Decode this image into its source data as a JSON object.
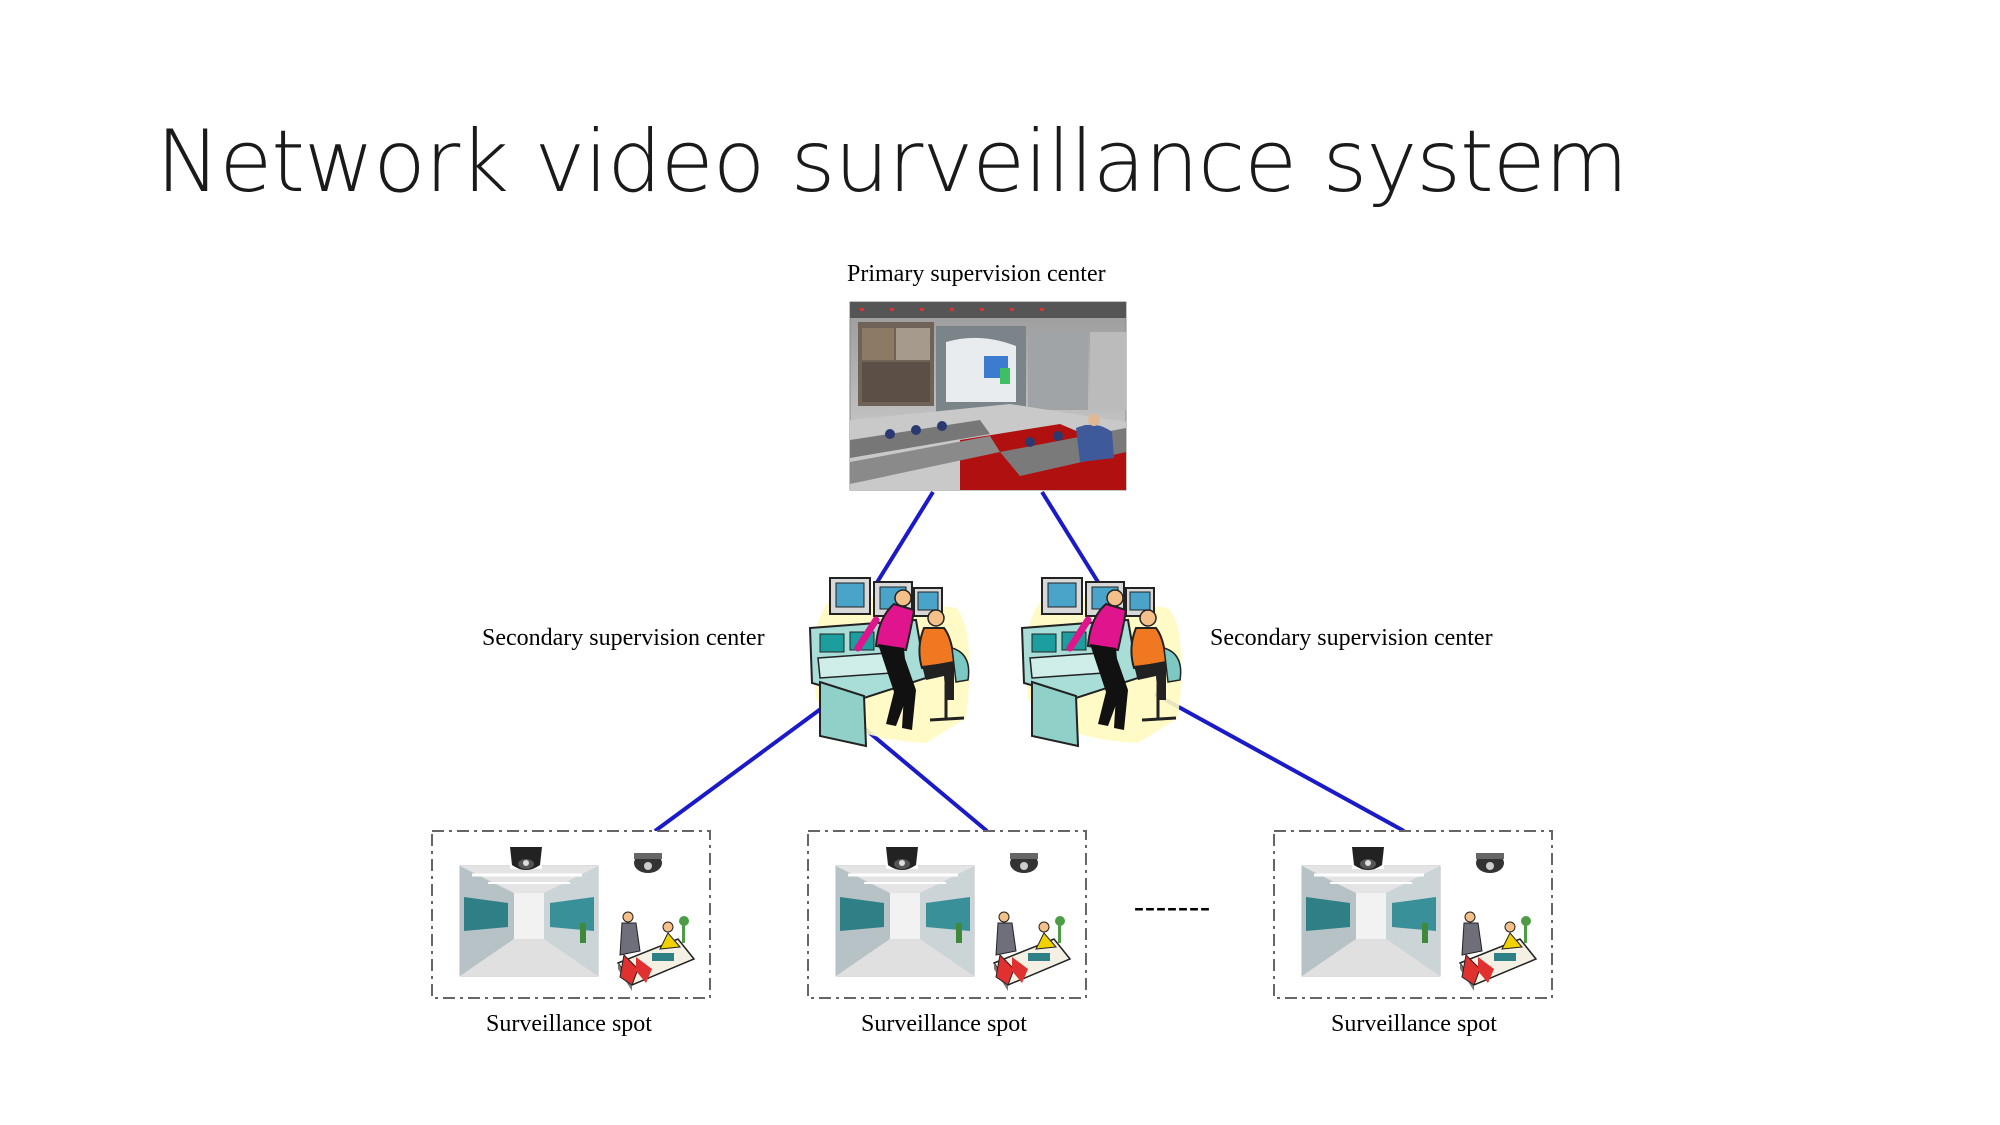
{
  "slide": {
    "title": "Network video surveillance system"
  },
  "diagram": {
    "primary_label": "Primary supervision center",
    "secondary_left_label": "Secondary supervision center",
    "secondary_right_label": "Secondary supervision center",
    "spot_labels": [
      "Surveillance spot",
      "Surveillance spot",
      "Surveillance spot"
    ],
    "ellipsis": "-------"
  },
  "colors": {
    "link": "#1a1ac8",
    "spot_border": "#666666",
    "title": "#1a1a1a"
  },
  "icons": [
    "control-room-photo",
    "operator-workstation-icon",
    "dome-camera-icon",
    "ceiling-camera-icon",
    "office-corridor-photo",
    "desk-workers-icon"
  ]
}
